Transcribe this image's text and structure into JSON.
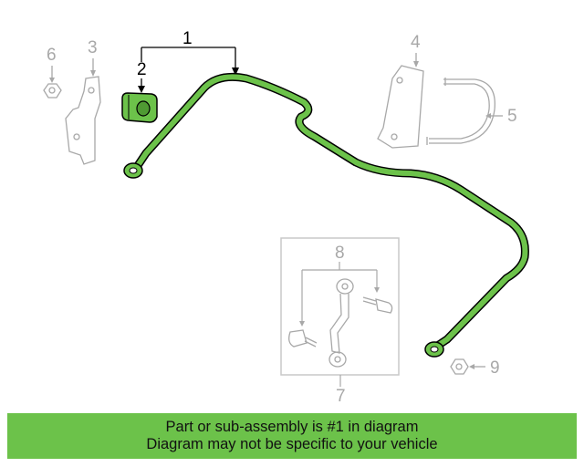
{
  "diagram": {
    "callouts": {
      "c1": "1",
      "c2": "2",
      "c3": "3",
      "c4": "4",
      "c5": "5",
      "c6": "6",
      "c7": "7",
      "c8": "8",
      "c9": "9"
    },
    "highlight_color": "#6cc24a",
    "ghost_color": "#a8a8a8"
  },
  "banner": {
    "line1": "Part or sub-assembly is #1 in diagram",
    "line2": "Diagram may not be specific to your vehicle",
    "color": "#6cc24a"
  }
}
